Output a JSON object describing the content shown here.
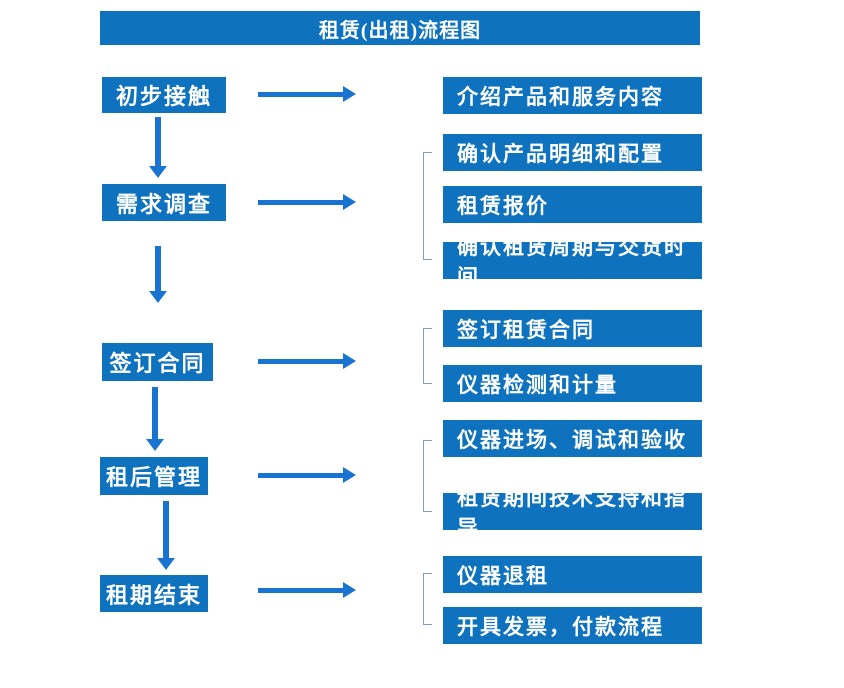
{
  "title": "租赁(出租)流程图",
  "colors": {
    "box_blue": "#0e72be",
    "arrow_blue": "#1874d0",
    "bracket_blue": "#7d9cc9",
    "text_white": "#ffffff",
    "background": "#ffffff"
  },
  "stages": [
    {
      "label": "初步接触",
      "outputs": [
        "介绍产品和服务内容"
      ]
    },
    {
      "label": "需求调查",
      "outputs": [
        "确认产品明细和配置",
        "租赁报价",
        "确认租赁周期与交货时间"
      ]
    },
    {
      "label": "签订合同",
      "outputs": [
        "签订租赁合同",
        "仪器检测和计量"
      ]
    },
    {
      "label": "租后管理",
      "outputs": [
        "仪器进场、调试和验收",
        "租赁期间技术支持和指导"
      ]
    },
    {
      "label": "租期结束",
      "outputs": [
        "仪器退租",
        "开具发票，付款流程"
      ]
    }
  ]
}
